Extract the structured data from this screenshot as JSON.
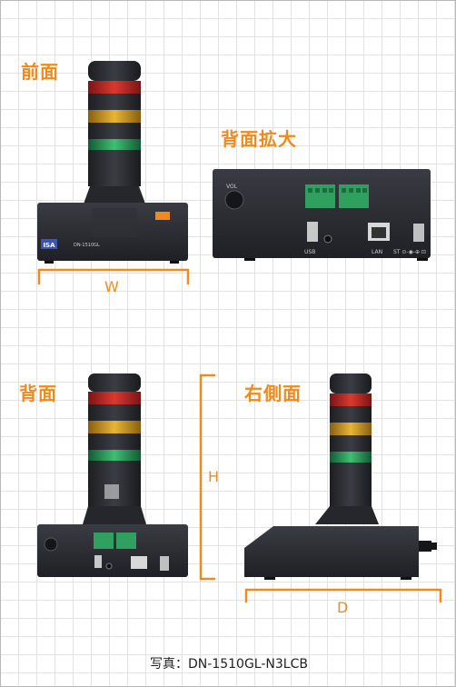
{
  "labels": {
    "front": "前面",
    "rear_zoom": "背面拡大",
    "rear": "背面",
    "right_side": "右側面"
  },
  "dimensions": {
    "width": "W",
    "height": "H",
    "depth": "D"
  },
  "caption": "写真：DN-1510GL-N3LCB",
  "device_markings": {
    "front_model": "DN-1510GL",
    "front_logo": "ISA",
    "rear_vol": "VOL",
    "rear_usb": "USB",
    "rear_lan": "LAN",
    "rear_power": "ST ⊙-◉-⊕ ⊡"
  },
  "colors": {
    "accent": "#f08a1c",
    "red_light": "#c8282a",
    "amber_light": "#d9a021",
    "green_light": "#2fa060",
    "device_body": "#2b2d33"
  }
}
